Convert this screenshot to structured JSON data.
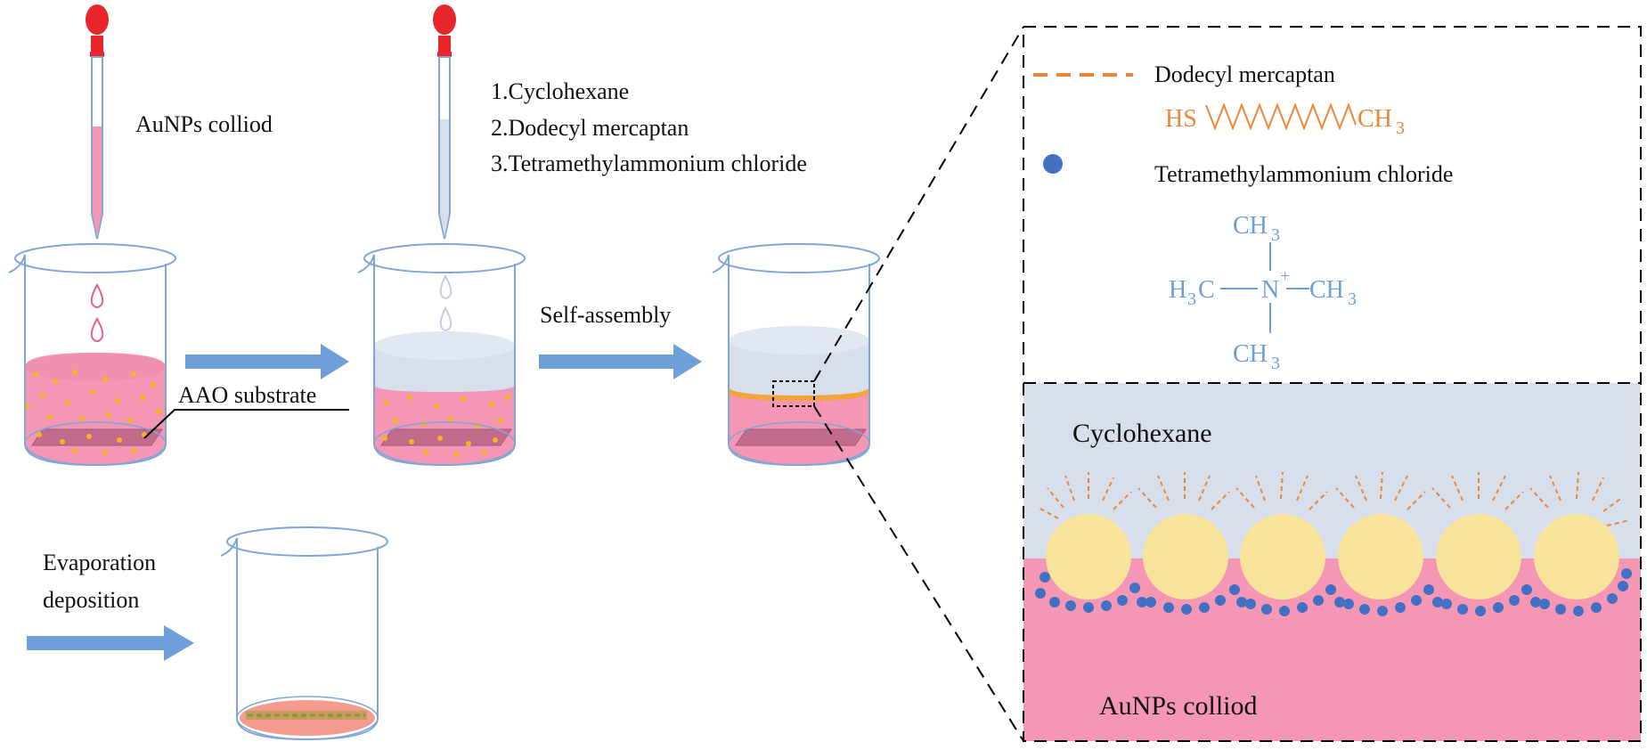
{
  "colors": {
    "beaker_outline": "#7fa6d6",
    "colloid_pink": "#f597b4",
    "cyclohexane_gray": "#d8dfec",
    "gold_particle": "#f8e39a",
    "gold_dot": "#f5b51c",
    "interface_orange": "#f3a53a",
    "arrow_blue": "#6f9fd8",
    "pipette_bulb": "#e8262b",
    "dodecyl_orange": "#e8863a",
    "tma_blue": "#4470c4",
    "formula_blue": "#6f9fd8",
    "substrate": "#c36b8c"
  },
  "labels": {
    "aunps_colloid_top": "AuNPs colliod",
    "reagents": [
      "1.Cyclohexane",
      "2.Dodecyl mercaptan",
      "3.Tetramethylammonium chloride"
    ],
    "aao_substrate": "AAO substrate",
    "self_assembly": "Self-assembly",
    "evaporation_line1": "Evaporation",
    "evaporation_line2": "deposition"
  },
  "legend": {
    "dodecyl_mercaptan": "Dodecyl mercaptan",
    "dodecyl_formula_left": "HS",
    "dodecyl_formula_right": "CH",
    "dodecyl_formula_sub": "3",
    "tma_chloride": "Tetramethylammonium chloride",
    "tma_top": "CH",
    "tma_top_sub": "3",
    "tma_left_h": "H",
    "tma_left_sub": "3",
    "tma_left_c": "C",
    "tma_n": "N",
    "tma_charge": "+",
    "tma_right": "CH",
    "tma_right_sub": "3",
    "tma_bottom": "CH",
    "tma_bottom_sub": "3"
  },
  "zoom": {
    "cyclohexane": "Cyclohexane",
    "colloid": "AuNPs colliod"
  }
}
